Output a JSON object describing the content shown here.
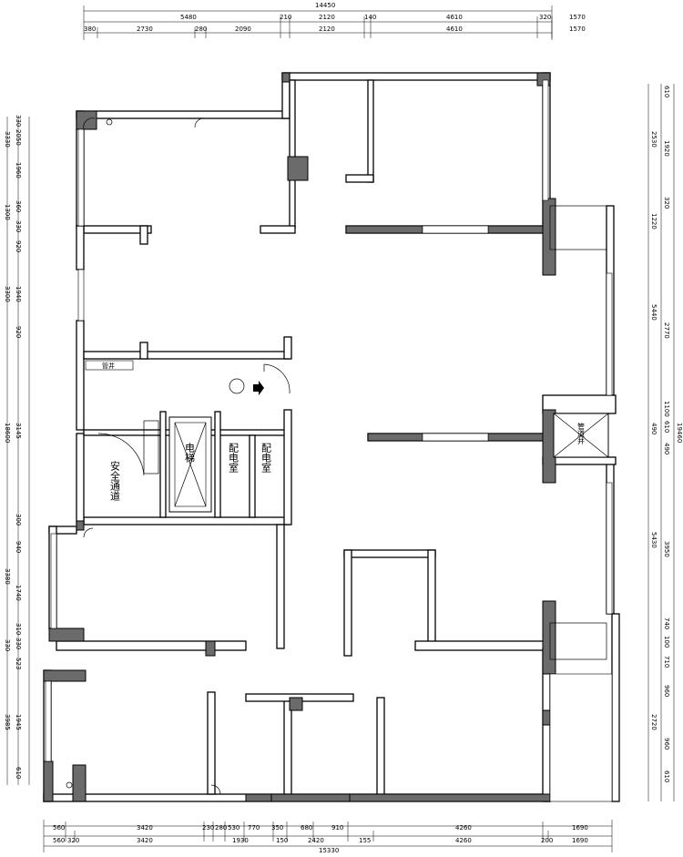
{
  "title": "",
  "dimensions": {
    "top_total": "14450",
    "top_row1": [
      "5480",
      "210",
      "2120",
      "140",
      "4610",
      "320",
      "1570"
    ],
    "top_row2": [
      "380",
      "2730",
      "280",
      "2090",
      "2120",
      "4610",
      "1570"
    ],
    "bottom_row1": [
      "560",
      "3420",
      "230",
      "280",
      "530",
      "770",
      "350",
      "680",
      "910",
      "4260",
      "1690"
    ],
    "bottom_row2": [
      "560",
      "320",
      "3420",
      "1930",
      "150",
      "2420",
      "155",
      "4260",
      "200",
      "1690"
    ],
    "bottom_total": "15330",
    "left_outer": [
      "3330",
      "1300",
      "3300",
      "3380",
      "330",
      "3985"
    ],
    "left_total": "18600",
    "left_inner": [
      "330",
      "2050",
      "1960",
      "360",
      "330",
      "920",
      "1940",
      "920",
      "3145",
      "300",
      "940",
      "1740",
      "310",
      "330",
      "523",
      "1945",
      "610"
    ],
    "right_total": "19460",
    "right_outer": [
      "2530",
      "1220",
      "5440",
      "490",
      "5430",
      "2720"
    ],
    "right_inner": [
      "610",
      "1920",
      "320",
      "2770",
      "1100",
      "610",
      "490",
      "3950",
      "740",
      "100",
      "710",
      "960",
      "960",
      "610"
    ]
  },
  "rooms": {
    "stair": "安全通道",
    "elevator": "电梯",
    "power1": "配电室",
    "power2": "配电室",
    "shaft": "管道井",
    "well2": "管井"
  },
  "colors": {
    "wall_fill": "#ffffff",
    "column_fill": "#6b6b6b",
    "line": "#000000"
  }
}
